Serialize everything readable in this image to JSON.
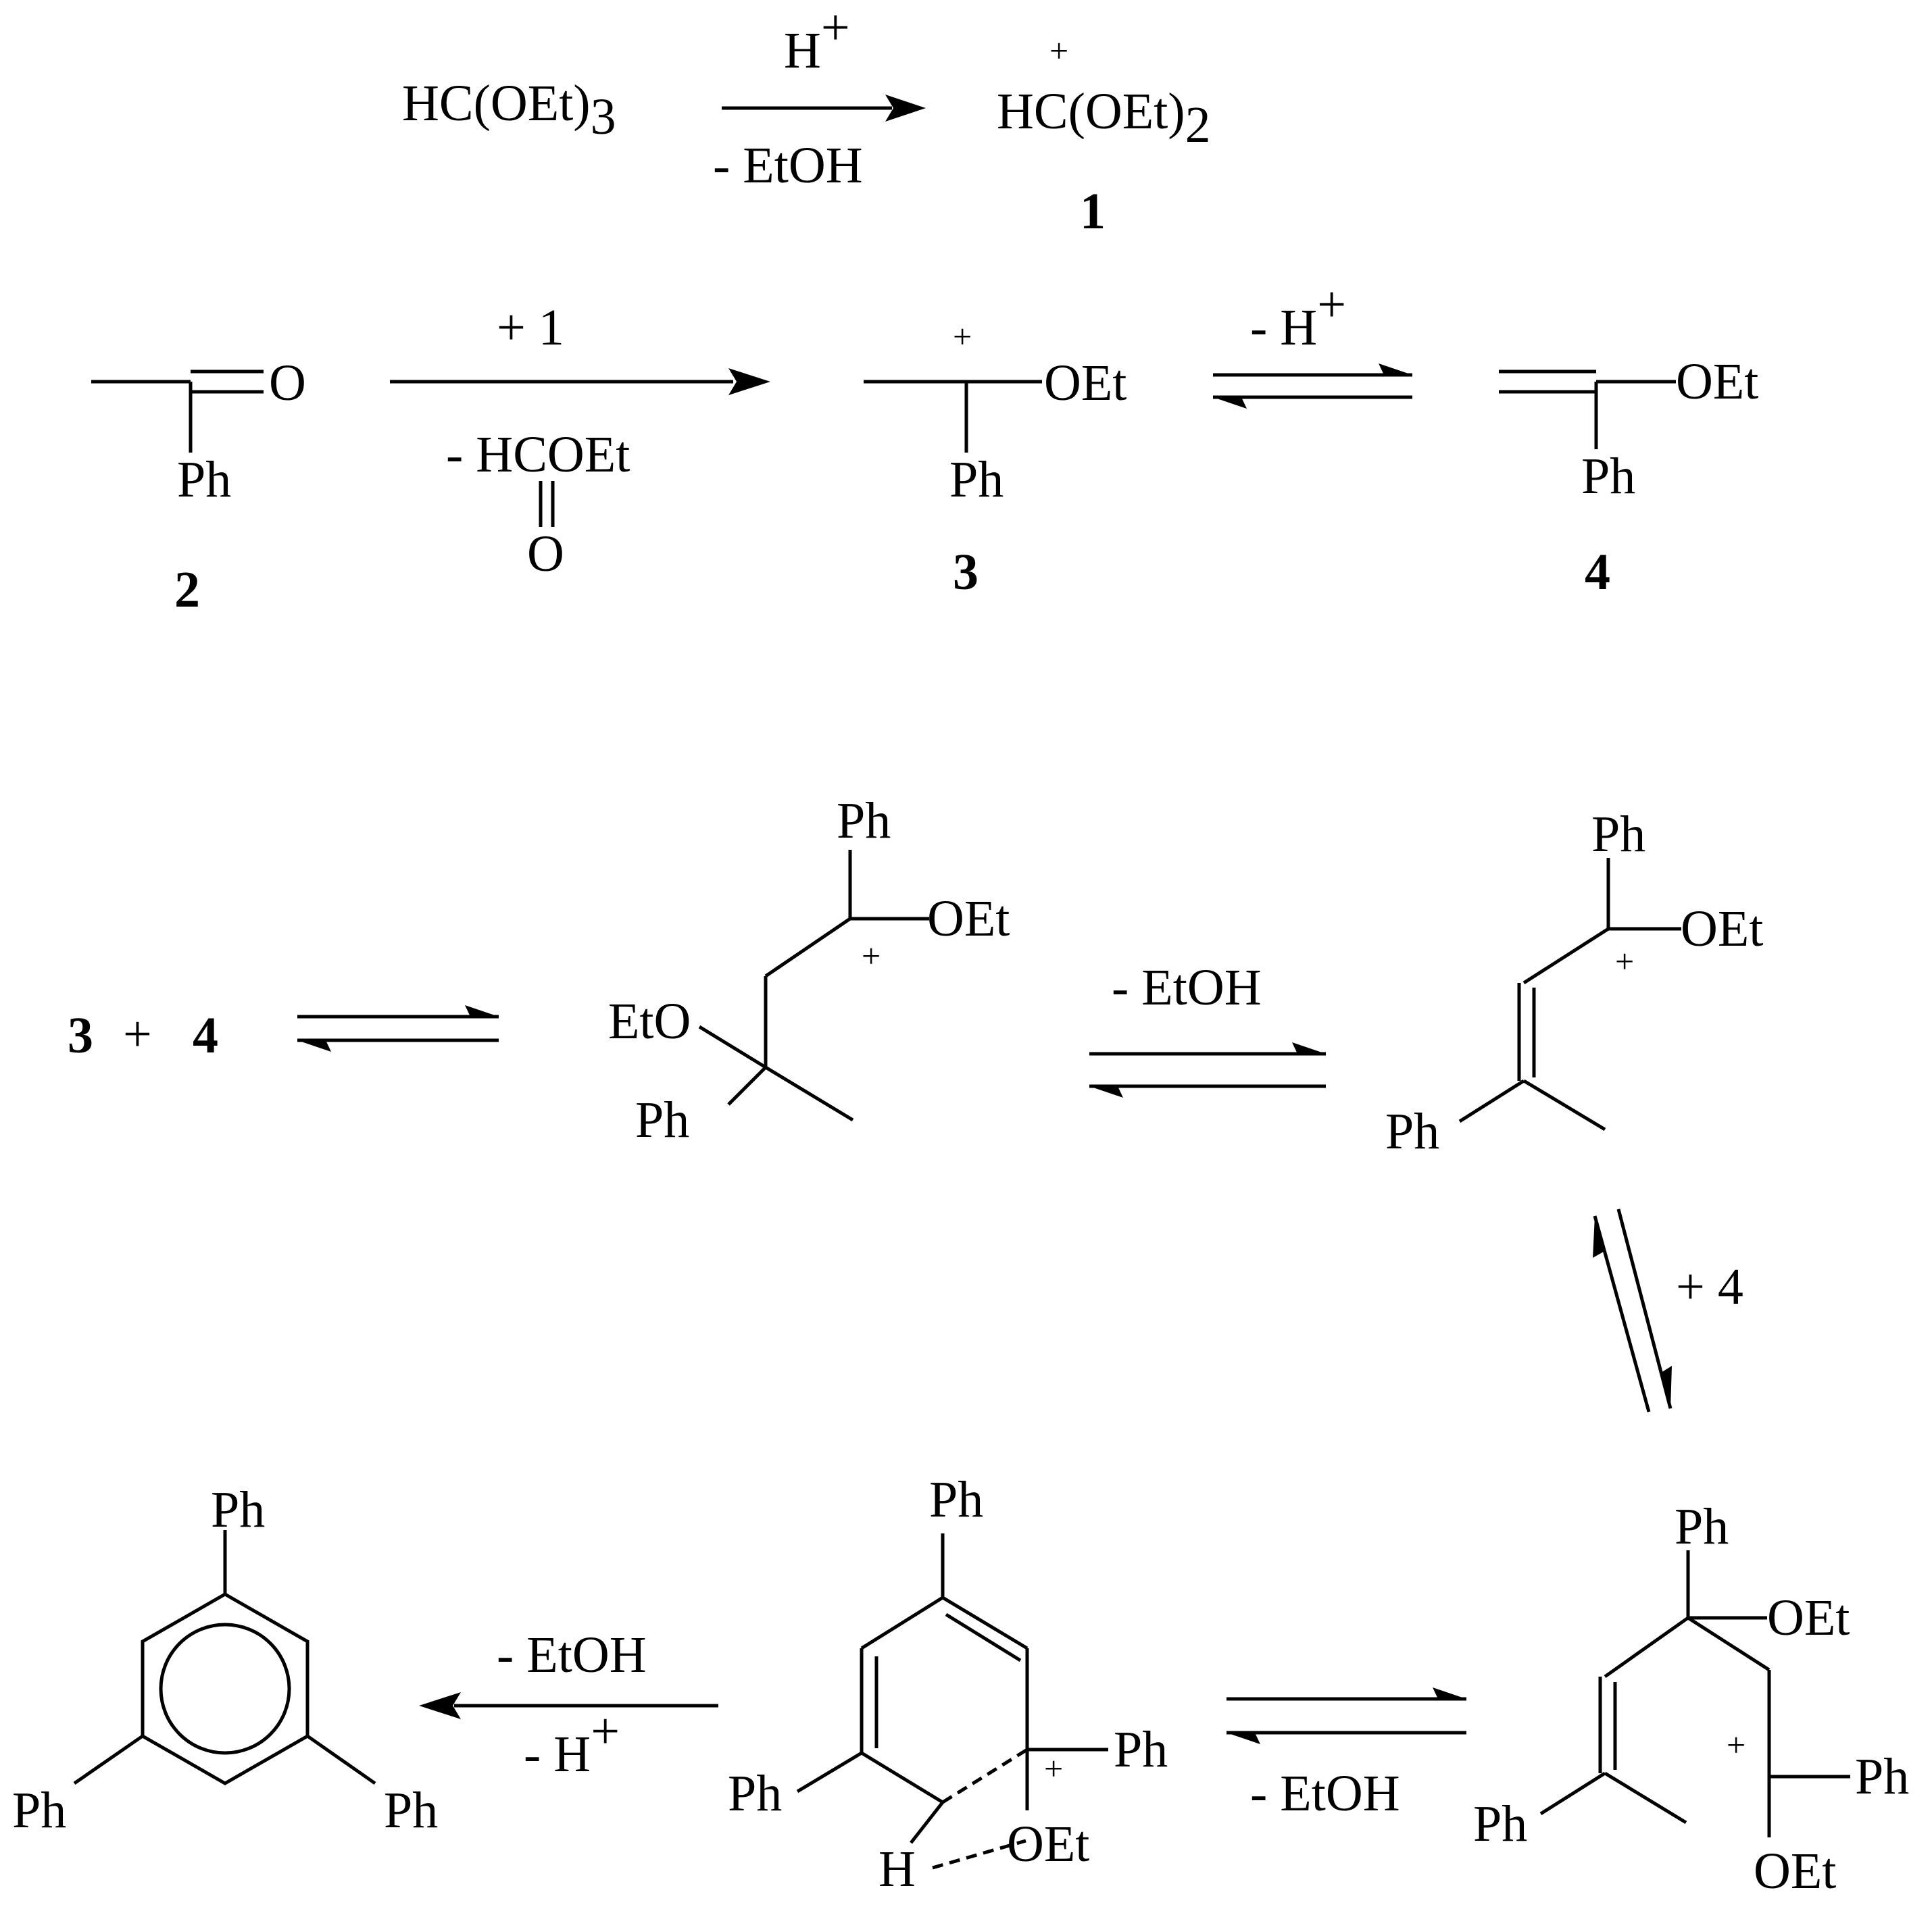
{
  "step1": {
    "reagent_main": "HC(OEt)",
    "reagent_sub": "3",
    "above_arrow": "H",
    "above_arrow_sup": "+",
    "below_arrow": "- EtOH",
    "product_charge": "+",
    "product_main": "HC(OEt)",
    "product_sub": "2",
    "product_label": "1"
  },
  "step2": {
    "ketone_o": "O",
    "ketone_ph": "Ph",
    "ketone_label": "2",
    "above_prefix": "+ ",
    "above_label": "1",
    "below_byproduct": "-  HCOEt",
    "below_o": "O",
    "cation_charge": "+",
    "cation_oet": "OEt",
    "cation_ph": "Ph",
    "cation_label": "3",
    "eq_above_main": "- H",
    "eq_above_sup": "+",
    "enol_oet": "OEt",
    "enol_ph": "Ph",
    "enol_label": "4"
  },
  "step3": {
    "reactant_a": "3",
    "plus": "+",
    "reactant_b": "4",
    "adduct_ph_top": "Ph",
    "adduct_oet": "OEt",
    "adduct_charge": "+",
    "adduct_eto": "EtO",
    "adduct_ph_bottom": "Ph",
    "eq_label": "- EtOH",
    "diene_ph_top": "Ph",
    "diene_oet": "OEt",
    "diene_charge": "+",
    "diene_ph_bottom": "Ph"
  },
  "step4": {
    "vert_prefix": "+ ",
    "vert_label": "4"
  },
  "step5": {
    "open_ph_top": "Ph",
    "open_oet_top": "OEt",
    "open_charge": "+",
    "open_ph_right": "Ph",
    "open_oet_bottom": "OEt",
    "open_ph_left": "Ph",
    "eq_below": "- EtOH",
    "ring_ph_top": "Ph",
    "ring_ph_right": "Ph",
    "ring_charge": "+",
    "ring_oet": "OEt",
    "ring_ph_left": "Ph",
    "ring_h": "H",
    "arrow_above": "- EtOH",
    "arrow_below_main": "- H",
    "arrow_below_sup": "+",
    "product_ph_top": "Ph",
    "product_ph_left": "Ph",
    "product_ph_right": "Ph"
  }
}
